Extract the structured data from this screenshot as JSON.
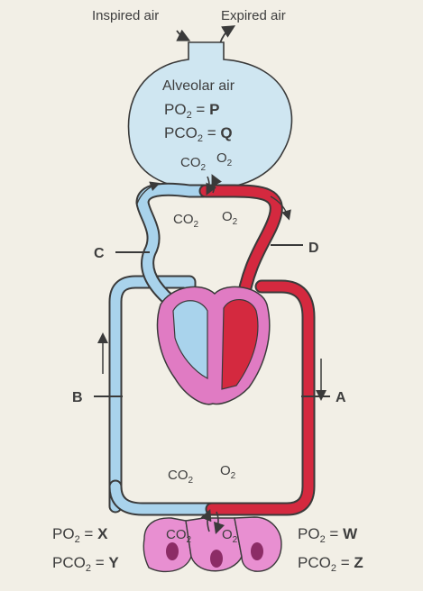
{
  "airway": {
    "inspired_label": "Inspired air",
    "expired_label": "Expired air"
  },
  "alveolus": {
    "title": "Alveolar air",
    "po2_prefix": "PO",
    "po2_sub": "2",
    "po2_eq": " = ",
    "po2_var": "P",
    "pco2_prefix": "PCO",
    "pco2_sub": "2",
    "pco2_eq": " = ",
    "pco2_var": "Q"
  },
  "gas_labels": {
    "co2": "CO",
    "o2": "O",
    "sub": "2"
  },
  "points": {
    "A": "A",
    "B": "B",
    "C": "C",
    "D": "D"
  },
  "tissue_left": {
    "po2_prefix": "PO",
    "po2_sub": "2",
    "po2_eq": " = ",
    "po2_var": "X",
    "pco2_prefix": "PCO",
    "pco2_sub": "2",
    "pco2_eq": " = ",
    "pco2_var": "Y"
  },
  "tissue_right": {
    "po2_prefix": "PO",
    "po2_sub": "2",
    "po2_eq": " = ",
    "po2_var": "W",
    "pco2_prefix": "PCO",
    "pco2_sub": "2",
    "pco2_eq": " = ",
    "pco2_var": "Z"
  },
  "colors": {
    "background": "#f2efe6",
    "alveolus": "#cfe6f1",
    "deoxygenated": "#a9d3ec",
    "oxygenated": "#d4293f",
    "heart": "#e07bc3",
    "tissue": "#e88fd1",
    "outline": "#3a3a3a"
  }
}
